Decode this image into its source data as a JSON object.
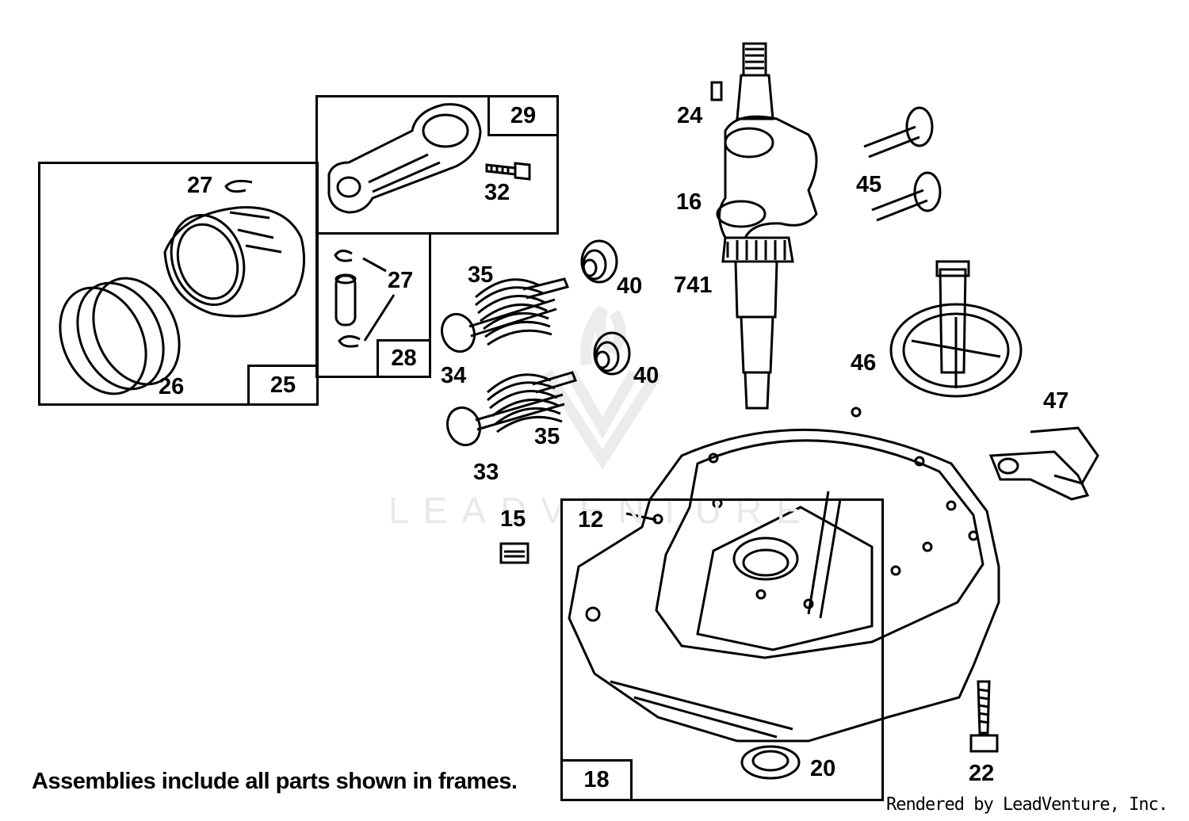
{
  "diagram": {
    "footnote": "Assemblies include all parts shown in frames.",
    "credit": "Rendered by LeadVenture, Inc.",
    "watermark": "LEADVENTURE",
    "frames": {
      "piston_assembly": "25",
      "connecting_rod_assembly": "29",
      "piston_pin_assembly": "28",
      "sump_assembly": "18"
    },
    "labels": {
      "lock_top": "27",
      "lock_mid": "27",
      "rings": "26",
      "screw": "32",
      "crank_key": "24",
      "crankshaft": "16",
      "crank_gear": "741",
      "dowel": "45",
      "valve_spring_top": "35",
      "valve_spring_bottom": "35",
      "retainer_top": "40",
      "retainer_bottom": "40",
      "exhaust_valve": "34",
      "intake_valve": "33",
      "camshaft": "46",
      "governor": "47",
      "plug": "15",
      "gasket": "12",
      "oil_seal": "20",
      "sump_screw": "22"
    }
  }
}
